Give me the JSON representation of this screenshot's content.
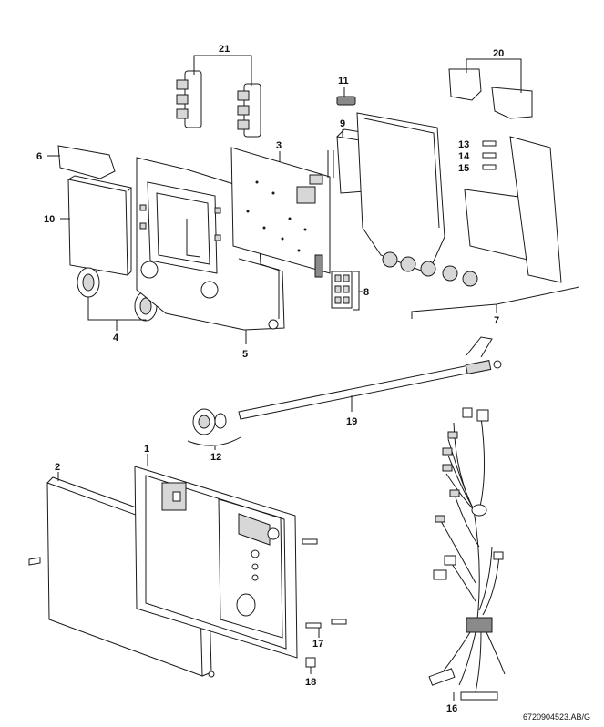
{
  "labels": {
    "l1": "1",
    "l2": "2",
    "l3": "3",
    "l4": "4",
    "l5": "5",
    "l6": "6",
    "l7": "7",
    "l8": "8",
    "l9": "9",
    "l10": "10",
    "l11": "11",
    "l12": "12",
    "l13": "13",
    "l14": "14",
    "l15": "15",
    "l16": "16",
    "l17": "17",
    "l18": "18",
    "l19": "19",
    "l20": "20",
    "l21": "21"
  },
  "drawing_code": "6720904523.AB/G"
}
